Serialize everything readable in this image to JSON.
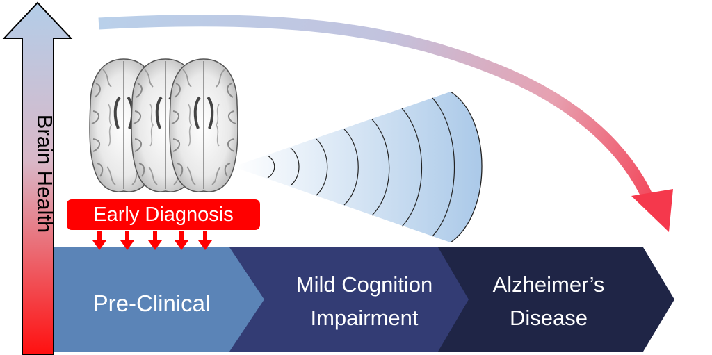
{
  "axis": {
    "label": "Brain Health"
  },
  "badge": {
    "label": "Early Diagnosis"
  },
  "stages": [
    {
      "line1": "Pre-Clinical",
      "line2": ""
    },
    {
      "line1": "Mild Cognition",
      "line2": "Impairment"
    },
    {
      "line1": "Alzheimer’s",
      "line2": "Disease"
    }
  ],
  "colors": {
    "stage_1": "#5b84b7",
    "stage_2": "#333c74",
    "stage_3": "#1f2546",
    "axis_top": "#b3cde8",
    "axis_bottom": "#ff0000",
    "curve_start": "#b9d0ea",
    "curve_end": "#f5384c",
    "badge": "#ff0000",
    "cone": "#aecbe8"
  },
  "icons": {
    "brain_scans": "axial-brain-mri-icon",
    "cone": "detection-cone-icon"
  }
}
